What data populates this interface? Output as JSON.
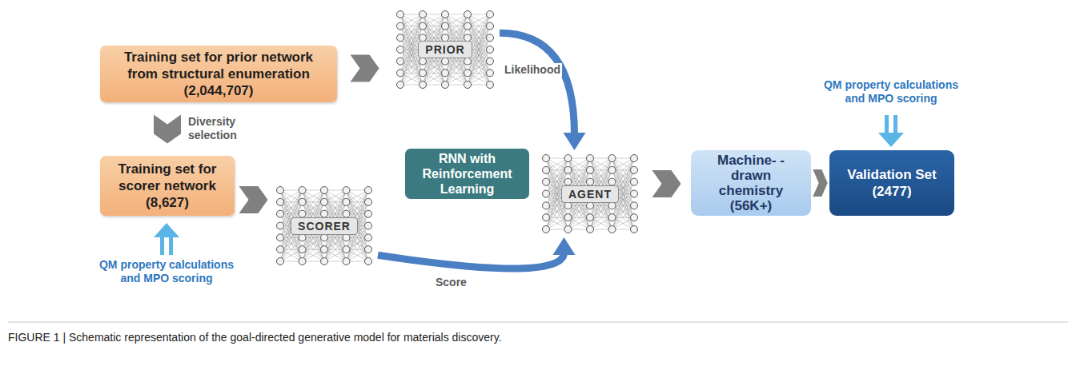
{
  "diagram": {
    "caption": "FIGURE 1 | Schematic representation of the goal-directed generative model for materials discovery.",
    "nodes": [
      {
        "text": [
          "Training set for prior network from structural enumeration",
          "(2,044,707)"
        ]
      },
      {
        "text": [
          "PRIOR"
        ]
      },
      {
        "text": [
          "Training set for scorer network",
          "(8,627)"
        ]
      },
      {
        "text": [
          "SCORER"
        ]
      },
      {
        "text": [
          "RNN with Reinforcement Learning"
        ]
      },
      {
        "text": [
          "AGENT"
        ]
      },
      {
        "text": [
          "Machine- -drawn chemistry",
          "(56K+)"
        ]
      },
      {
        "text": [
          "Validation Set",
          "(2477)"
        ]
      }
    ],
    "edges": [
      {
        "from": 0,
        "to": 1,
        "arrow": "to"
      },
      {
        "from": 0,
        "to": 2,
        "label": "Diversity selection",
        "arrow": "to"
      },
      {
        "from": 2,
        "to": 3,
        "arrow": "to"
      },
      {
        "from": 1,
        "to": 5,
        "label": "Likelihood",
        "arrow": "to"
      },
      {
        "from": 3,
        "to": 5,
        "label": "Score",
        "arrow": "to"
      },
      {
        "from": 5,
        "to": 6,
        "arrow": "to"
      },
      {
        "from": 6,
        "to": 7,
        "arrow": "to"
      }
    ],
    "labels": [
      "QM property calculations and MPO scoring",
      "QM property calculations and MPO scoring"
    ]
  }
}
